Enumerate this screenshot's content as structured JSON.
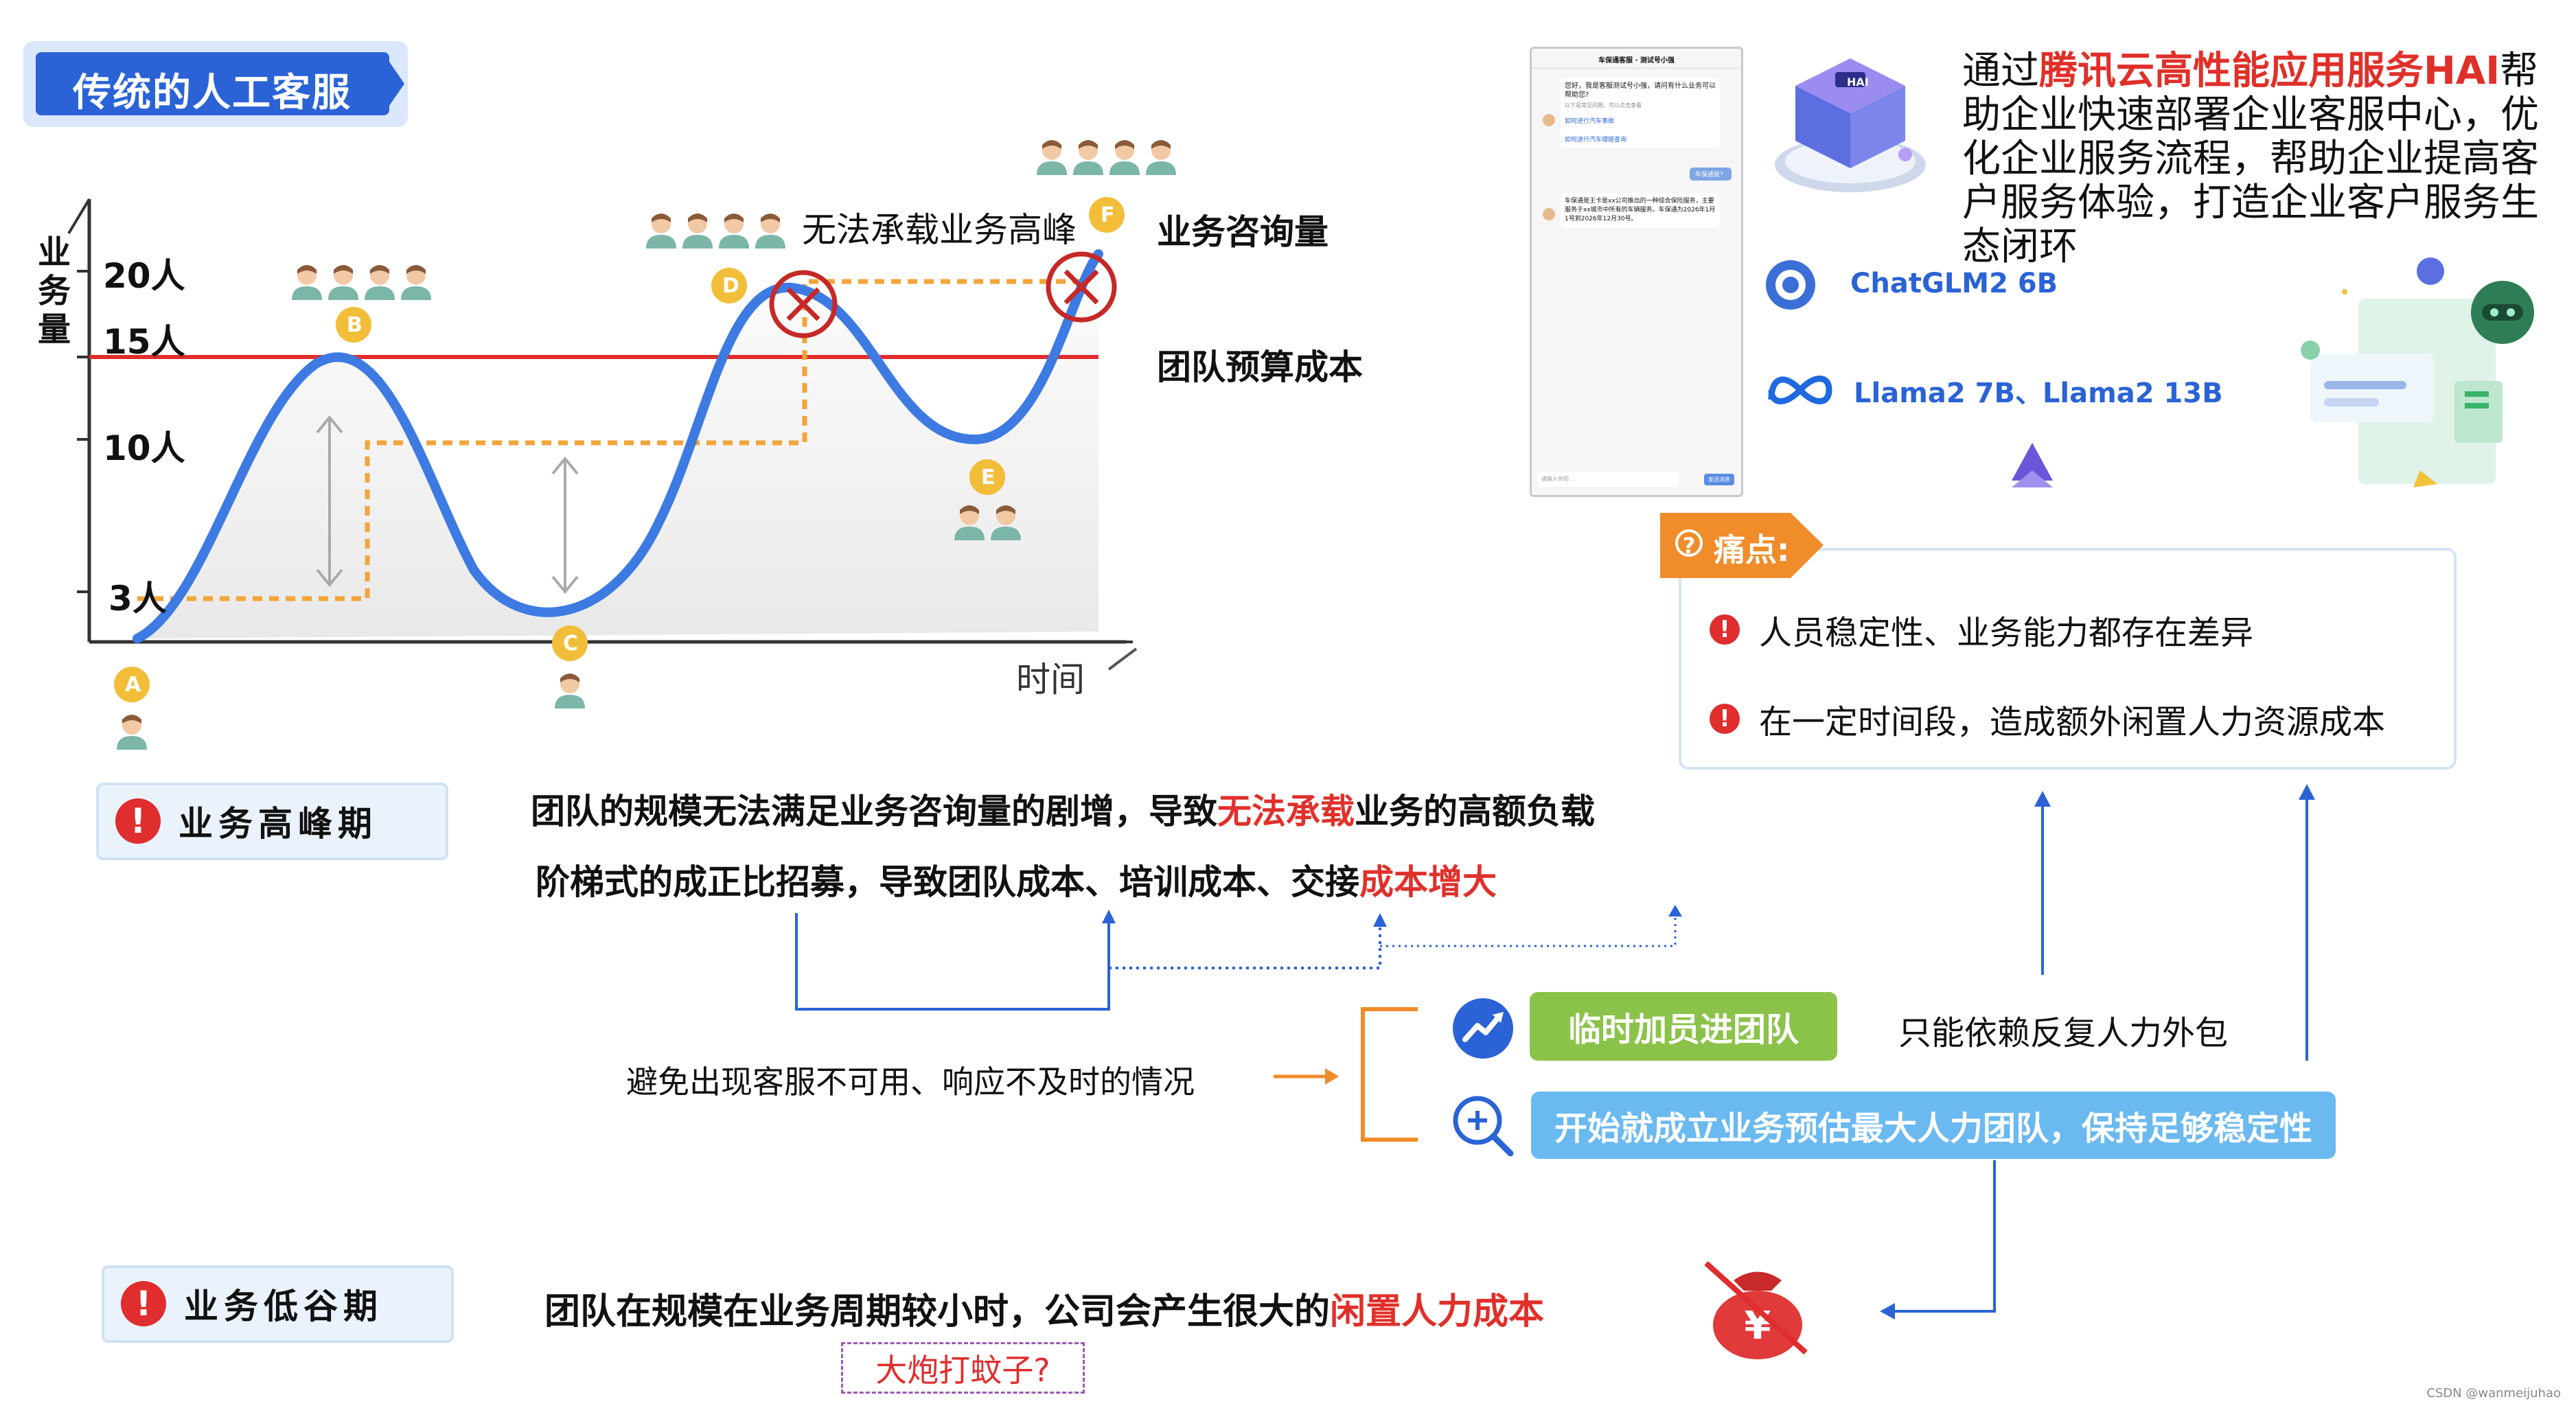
{
  "header": {
    "title": "传统的人工客服"
  },
  "chart_data": {
    "type": "line",
    "title": "",
    "xlabel": "时间",
    "ylabel": "业务量",
    "y_ticks": [
      "20人",
      "15人",
      "10人",
      "3人"
    ],
    "series": [
      {
        "name": "业务咨询量",
        "points": [
          "A",
          "B",
          "C",
          "D",
          "E",
          "F"
        ]
      },
      {
        "name": "团队预算成本",
        "value": "15人"
      }
    ],
    "points": [
      "A",
      "B",
      "C",
      "D",
      "E",
      "F"
    ],
    "annotation": "无法承载业务高峰"
  },
  "legend": {
    "demand": "业务咨询量",
    "budget": "团队预算成本"
  },
  "hai": {
    "intro_prefix": "通过",
    "intro_highlight": "腾讯云高性能应用服务HAI",
    "intro_suffix": "帮助企业快速部署企业客服中心，优化企业服务流程，帮助企业提高客户服务体验，打造企业客户服务生态闭环",
    "model_1": "ChatGLM2 6B",
    "model_2": "Llama2 7B、Llama2 13B"
  },
  "phone": {
    "title": "车保通客服 · 测试号小强",
    "msg1": "您好，我是客服测试号小强，请问有什么业务可以帮助您?",
    "msg1_note": "以下是常见问题，可以点击查看",
    "link1": "如何进行汽车事故",
    "link2": "如何进行汽车理赔查询",
    "user_msg": "车保通是？",
    "msg2": "车保通是王卡是xx公司推出的一种综合保险服务，主要服务于xx城市中所有的车辆服务。车保通为2026年1月1号到2026年12月30号。",
    "input_placeholder": "请输入你的...",
    "send_label": "发送消息"
  },
  "pain": {
    "label": "痛点:",
    "items": [
      "人员稳定性、业务能力都存在差异",
      "在一定时间段，造成额外闲置人力资源成本"
    ]
  },
  "peak": {
    "label": "业务高峰期",
    "line1_prefix": "团队的规模无法满足业务咨询量的剧增，导致",
    "line1_highlight": "无法承载",
    "line1_suffix": "业务的高额负载",
    "line2_prefix": "阶梯式的成正比招募，导致团队成本、培训成本、交接",
    "line2_highlight": "成本增大"
  },
  "middle": {
    "avoid": "避免出现客服不可用、响应不及时的情况",
    "option1": "临时加员进团队",
    "option1_note": "只能依赖反复人力外包",
    "option2": "开始就成立业务预估最大人力团队，保持足够稳定性"
  },
  "low": {
    "label": "业务低谷期",
    "text_prefix": "团队在规模在业务周期较小时，公司会产生很大的",
    "text_highlight": "闲置人力成本",
    "note": "大炮打蚊子?"
  },
  "watermark": "CSDN @wanmeijuhao",
  "colors": {
    "accent_blue": "#2b63d6",
    "curve": "#3d7be3",
    "budget_line": "#e02d2d",
    "dotted": "#f2a53a",
    "green_pill": "#8bc34a",
    "blue_pill": "#6ab9f0",
    "pain_orange": "#f08c2a"
  }
}
